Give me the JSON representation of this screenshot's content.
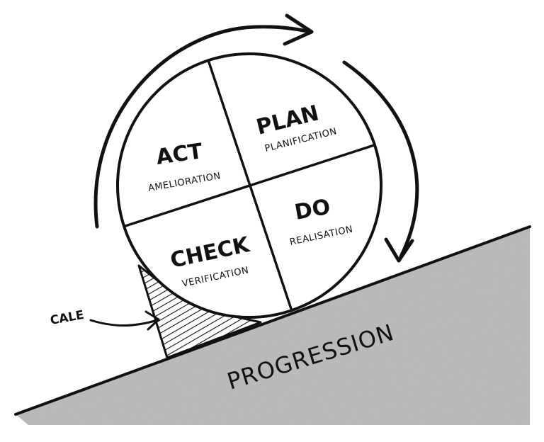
{
  "quadrants": {
    "plan": {
      "title": "PLAN",
      "subtitle": "PLANIFICATION"
    },
    "act": {
      "title": "ACT",
      "subtitle": "AMELIORATION"
    },
    "do": {
      "title": "DO",
      "subtitle": "REALISATION"
    },
    "check": {
      "title": "CHECK",
      "subtitle": "VERIFICATION"
    }
  },
  "wedge_label": "CALE",
  "ramp_label": "PROGRESSION",
  "colors": {
    "ink": "#111111",
    "ramp_fill": "#b9b9b9",
    "background": "#ffffff"
  }
}
